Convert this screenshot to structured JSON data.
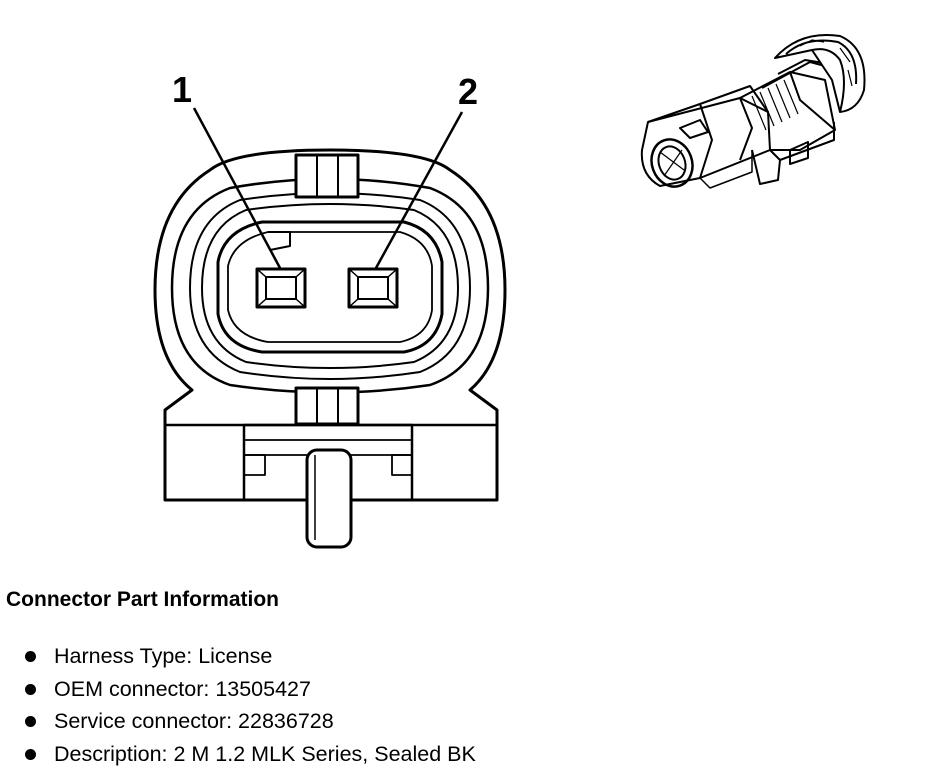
{
  "diagram": {
    "pins": [
      {
        "label": "1"
      },
      {
        "label": "2"
      }
    ]
  },
  "info": {
    "title": "Connector Part Information",
    "items": [
      "Harness Type: License",
      "OEM connector: 13505427",
      "Service connector: 22836728",
      "Description: 2 M 1.2 MLK Series, Sealed BK"
    ]
  }
}
